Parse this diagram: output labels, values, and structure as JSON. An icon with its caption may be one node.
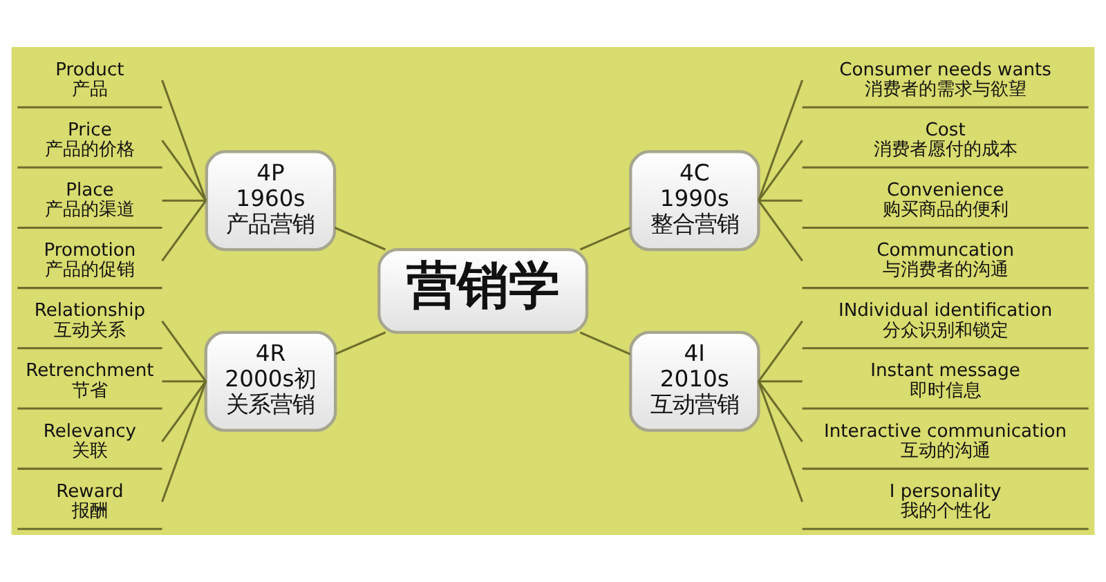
{
  "diagram": {
    "nodes": [
      {
        "text": [
          "营销学"
        ]
      },
      {
        "text": [
          "4P",
          "1960s",
          "产品营销"
        ]
      },
      {
        "text": [
          "Product",
          "产品"
        ]
      },
      {
        "text": [
          "Price",
          "产品的价格"
        ]
      },
      {
        "text": [
          "Place",
          "产品的渠道"
        ]
      },
      {
        "text": [
          "Promotion",
          "产品的促销"
        ]
      },
      {
        "text": [
          "4R",
          "2000s初",
          "关系营销"
        ]
      },
      {
        "text": [
          "Relationship",
          "互动关系"
        ]
      },
      {
        "text": [
          "Retrenchment",
          "节省"
        ]
      },
      {
        "text": [
          "Relevancy",
          "关联"
        ]
      },
      {
        "text": [
          "Reward",
          "报酬"
        ]
      },
      {
        "text": [
          "4C",
          "1990s",
          "整合营销"
        ]
      },
      {
        "text": [
          "Consumer needs wants",
          "消费者的需求与欲望"
        ]
      },
      {
        "text": [
          "Cost",
          "消费者愿付的成本"
        ]
      },
      {
        "text": [
          "Convenience",
          "购买商品的便利"
        ]
      },
      {
        "text": [
          "Communcation",
          "与消费者的沟通"
        ]
      },
      {
        "text": [
          "4I",
          "2010s",
          "互动营销"
        ]
      },
      {
        "text": [
          "INdividual identification",
          "分众识别和锁定"
        ]
      },
      {
        "text": [
          "Instant message",
          "即时信息"
        ]
      },
      {
        "text": [
          "Interactive communication",
          "互动的沟通"
        ]
      },
      {
        "text": [
          "I personality",
          "我的个性化"
        ]
      }
    ],
    "edges": [
      {
        "from": 2,
        "to": 1,
        "arrow": "none"
      },
      {
        "from": 3,
        "to": 1,
        "arrow": "none"
      },
      {
        "from": 4,
        "to": 1,
        "arrow": "none"
      },
      {
        "from": 5,
        "to": 1,
        "arrow": "none"
      },
      {
        "from": 1,
        "to": 0,
        "arrow": "none"
      },
      {
        "from": 7,
        "to": 6,
        "arrow": "none"
      },
      {
        "from": 8,
        "to": 6,
        "arrow": "none"
      },
      {
        "from": 9,
        "to": 6,
        "arrow": "none"
      },
      {
        "from": 10,
        "to": 6,
        "arrow": "none"
      },
      {
        "from": 6,
        "to": 0,
        "arrow": "none"
      },
      {
        "from": 0,
        "to": 11,
        "arrow": "none"
      },
      {
        "from": 11,
        "to": 12,
        "arrow": "none"
      },
      {
        "from": 11,
        "to": 13,
        "arrow": "none"
      },
      {
        "from": 11,
        "to": 14,
        "arrow": "none"
      },
      {
        "from": 11,
        "to": 15,
        "arrow": "none"
      },
      {
        "from": 0,
        "to": 16,
        "arrow": "none"
      },
      {
        "from": 16,
        "to": 17,
        "arrow": "none"
      },
      {
        "from": 16,
        "to": 18,
        "arrow": "none"
      },
      {
        "from": 16,
        "to": 19,
        "arrow": "none"
      },
      {
        "from": 16,
        "to": 20,
        "arrow": "none"
      }
    ]
  }
}
